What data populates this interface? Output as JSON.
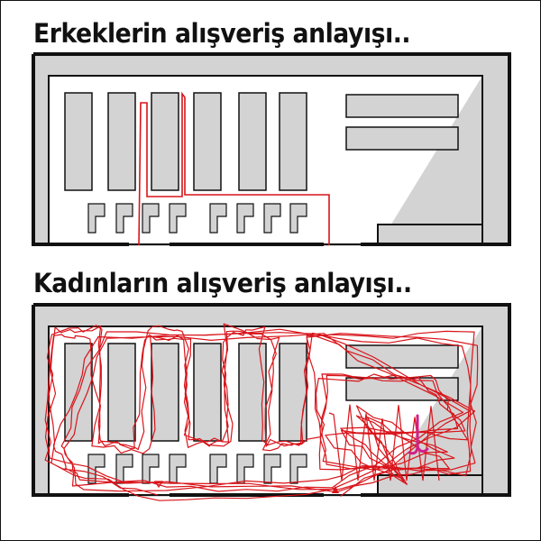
{
  "panels": [
    {
      "title": "Erkeklerin alışveriş anlayışı..",
      "path_style": "direct"
    },
    {
      "title": "Kadınların alışveriş anlayışı..",
      "path_style": "wandering"
    }
  ],
  "colors": {
    "wall": "#111111",
    "floor": "#d3d3d3",
    "path": "#d8141a",
    "mark": "#d0208a"
  }
}
